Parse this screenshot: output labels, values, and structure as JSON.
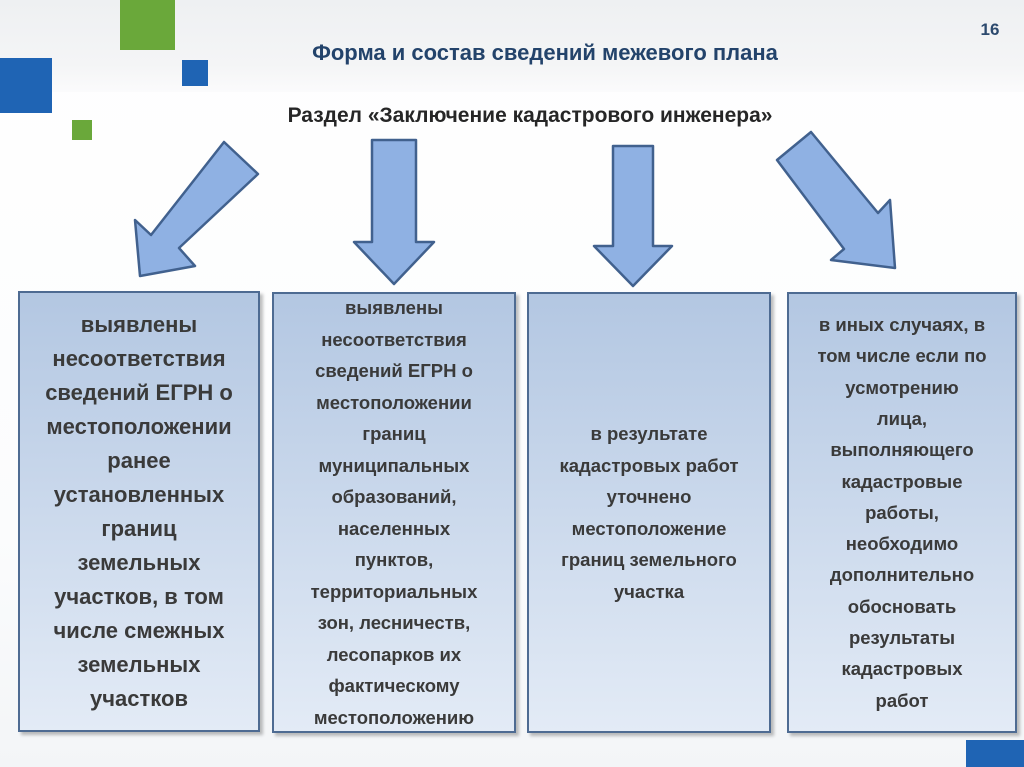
{
  "slide": {
    "page_number": "16",
    "title": "Форма и состав сведений межевого плана",
    "subtitle": "Раздел «Заключение кадастрового инженера»"
  },
  "boxes": [
    {
      "lines": [
        "выявлены",
        "несоответствия",
        "сведений ЕГРН о",
        "местоположении",
        "ранее",
        "установленных",
        "границ",
        "земельных",
        "участков, в том",
        "числе смежных",
        "земельных",
        "участков"
      ]
    },
    {
      "lines": [
        "выявлены",
        "несоответствия",
        "сведений ЕГРН о",
        "местоположении",
        "границ",
        "муниципальных",
        "образований,",
        "населенных",
        "пунктов,",
        "территориальных",
        "зон, лесничеств,",
        "лесопарков их",
        "фактическому",
        "местоположению"
      ]
    },
    {
      "lines": [
        "в результате",
        "кадастровых работ",
        "уточнено",
        "местоположение",
        "границ земельного",
        "участка"
      ]
    },
    {
      "lines": [
        "в иных случаях, в",
        "том числе если по",
        "усмотрению",
        "лица,",
        "выполняющего",
        "кадастровые",
        "работы,",
        "необходимо",
        "дополнительно",
        "обосновать",
        "результаты",
        "кадастровых",
        "работ"
      ]
    }
  ],
  "colors": {
    "title": "#23436b",
    "box_border": "#4e6b92",
    "box_fill": "#c3d4ea",
    "arrow_fill": "#8fb1e3",
    "arrow_stroke": "#41618e",
    "accent_green": "#6aa83a",
    "accent_blue": "#1f64b4"
  }
}
